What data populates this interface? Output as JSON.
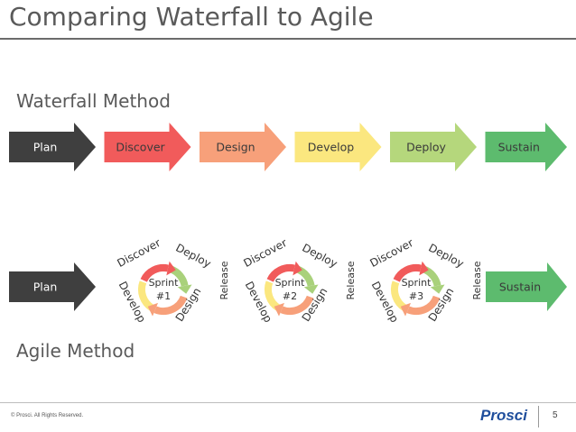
{
  "slide": {
    "title": "Comparing Waterfall to Agile",
    "page_number": "5",
    "copyright": "© Prosci. All Rights Reserved.",
    "logo_text": "Prosci"
  },
  "waterfall": {
    "label": "Waterfall Method",
    "steps": [
      {
        "label": "Plan",
        "color": "#3f3f3f",
        "text_color": "#ffffff"
      },
      {
        "label": "Discover",
        "color": "#f15b5b",
        "text_color": "#3a3a3a"
      },
      {
        "label": "Design",
        "color": "#f7a07a",
        "text_color": "#3a3a3a"
      },
      {
        "label": "Develop",
        "color": "#fbe77f",
        "text_color": "#3a3a3a"
      },
      {
        "label": "Deploy",
        "color": "#b5d77c",
        "text_color": "#3a3a3a"
      },
      {
        "label": "Sustain",
        "color": "#5dbb6e",
        "text_color": "#3a3a3a"
      }
    ]
  },
  "agile": {
    "label": "Agile Method",
    "start": {
      "label": "Plan",
      "color": "#3f3f3f",
      "text_color": "#ffffff"
    },
    "end": {
      "label": "Sustain",
      "color": "#5dbb6e",
      "text_color": "#3a3a3a"
    },
    "release_label": "Release",
    "cycle_labels": {
      "discover": "Discover",
      "deploy": "Deploy",
      "develop": "Develop",
      "design": "Design"
    },
    "cycle_colors": {
      "discover": "#f15b5b",
      "deploy": "#a9d17b",
      "design": "#f7a07a",
      "develop": "#fbe77f"
    },
    "sprints": [
      {
        "line1": "Sprint",
        "line2": "#1"
      },
      {
        "line1": "Sprint",
        "line2": "#2"
      },
      {
        "line1": "Sprint",
        "line2": "#3"
      }
    ]
  }
}
